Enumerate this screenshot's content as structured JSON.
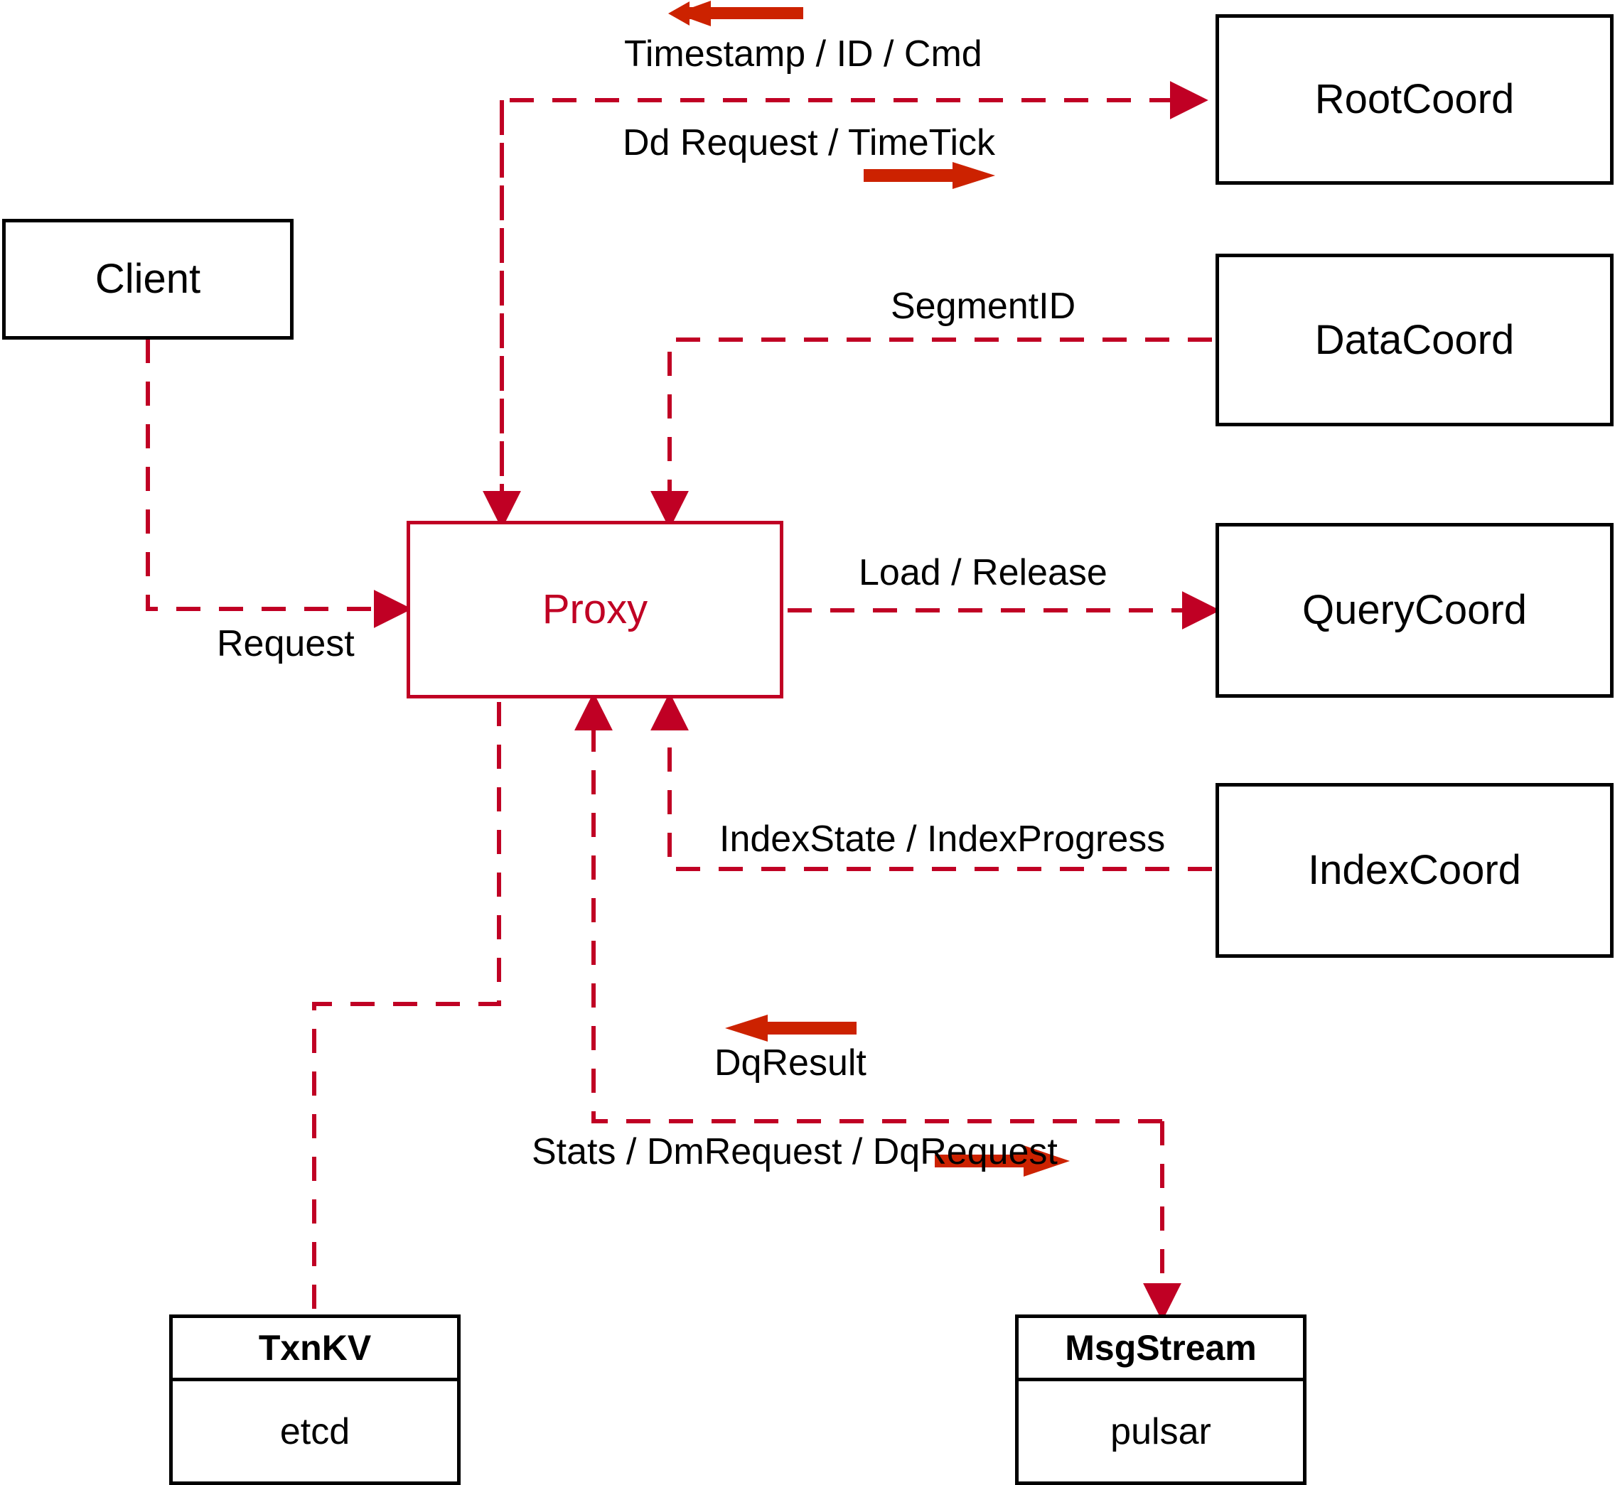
{
  "diagram": {
    "title": "Milvus Proxy interaction diagram",
    "colors": {
      "dashed_edge": "#c00024",
      "solid_arrow": "#cc2200",
      "node_border": "#000000",
      "proxy_border": "#c00024",
      "proxy_text": "#c00024",
      "label_text": "#000000",
      "background": "#ffffff"
    }
  },
  "nodes": {
    "client": {
      "label": "Client"
    },
    "proxy": {
      "label": "Proxy"
    },
    "root_coord": {
      "label": "RootCoord"
    },
    "data_coord": {
      "label": "DataCoord"
    },
    "query_coord": {
      "label": "QueryCoord"
    },
    "index_coord": {
      "label": "IndexCoord"
    },
    "txnkv": {
      "title": "TxnKV",
      "impl": "etcd"
    },
    "msgstream": {
      "title": "MsgStream",
      "impl": "pulsar"
    }
  },
  "edge_labels": {
    "timestamp_id_cmd": "Timestamp / ID / Cmd",
    "dd_request_timetick": "Dd Request / TimeTick",
    "segment_id": "SegmentID",
    "load_release": "Load / Release",
    "index_state_progress": "IndexState / IndexProgress",
    "request": "Request",
    "dq_result": "DqResult",
    "stats_dm_dq_request": "Stats / DmRequest / DqRequest"
  },
  "legend_arrows": {
    "timestamp_direction": "left",
    "dd_request_direction": "right",
    "dq_result_direction": "left",
    "stats_request_direction": "right"
  }
}
